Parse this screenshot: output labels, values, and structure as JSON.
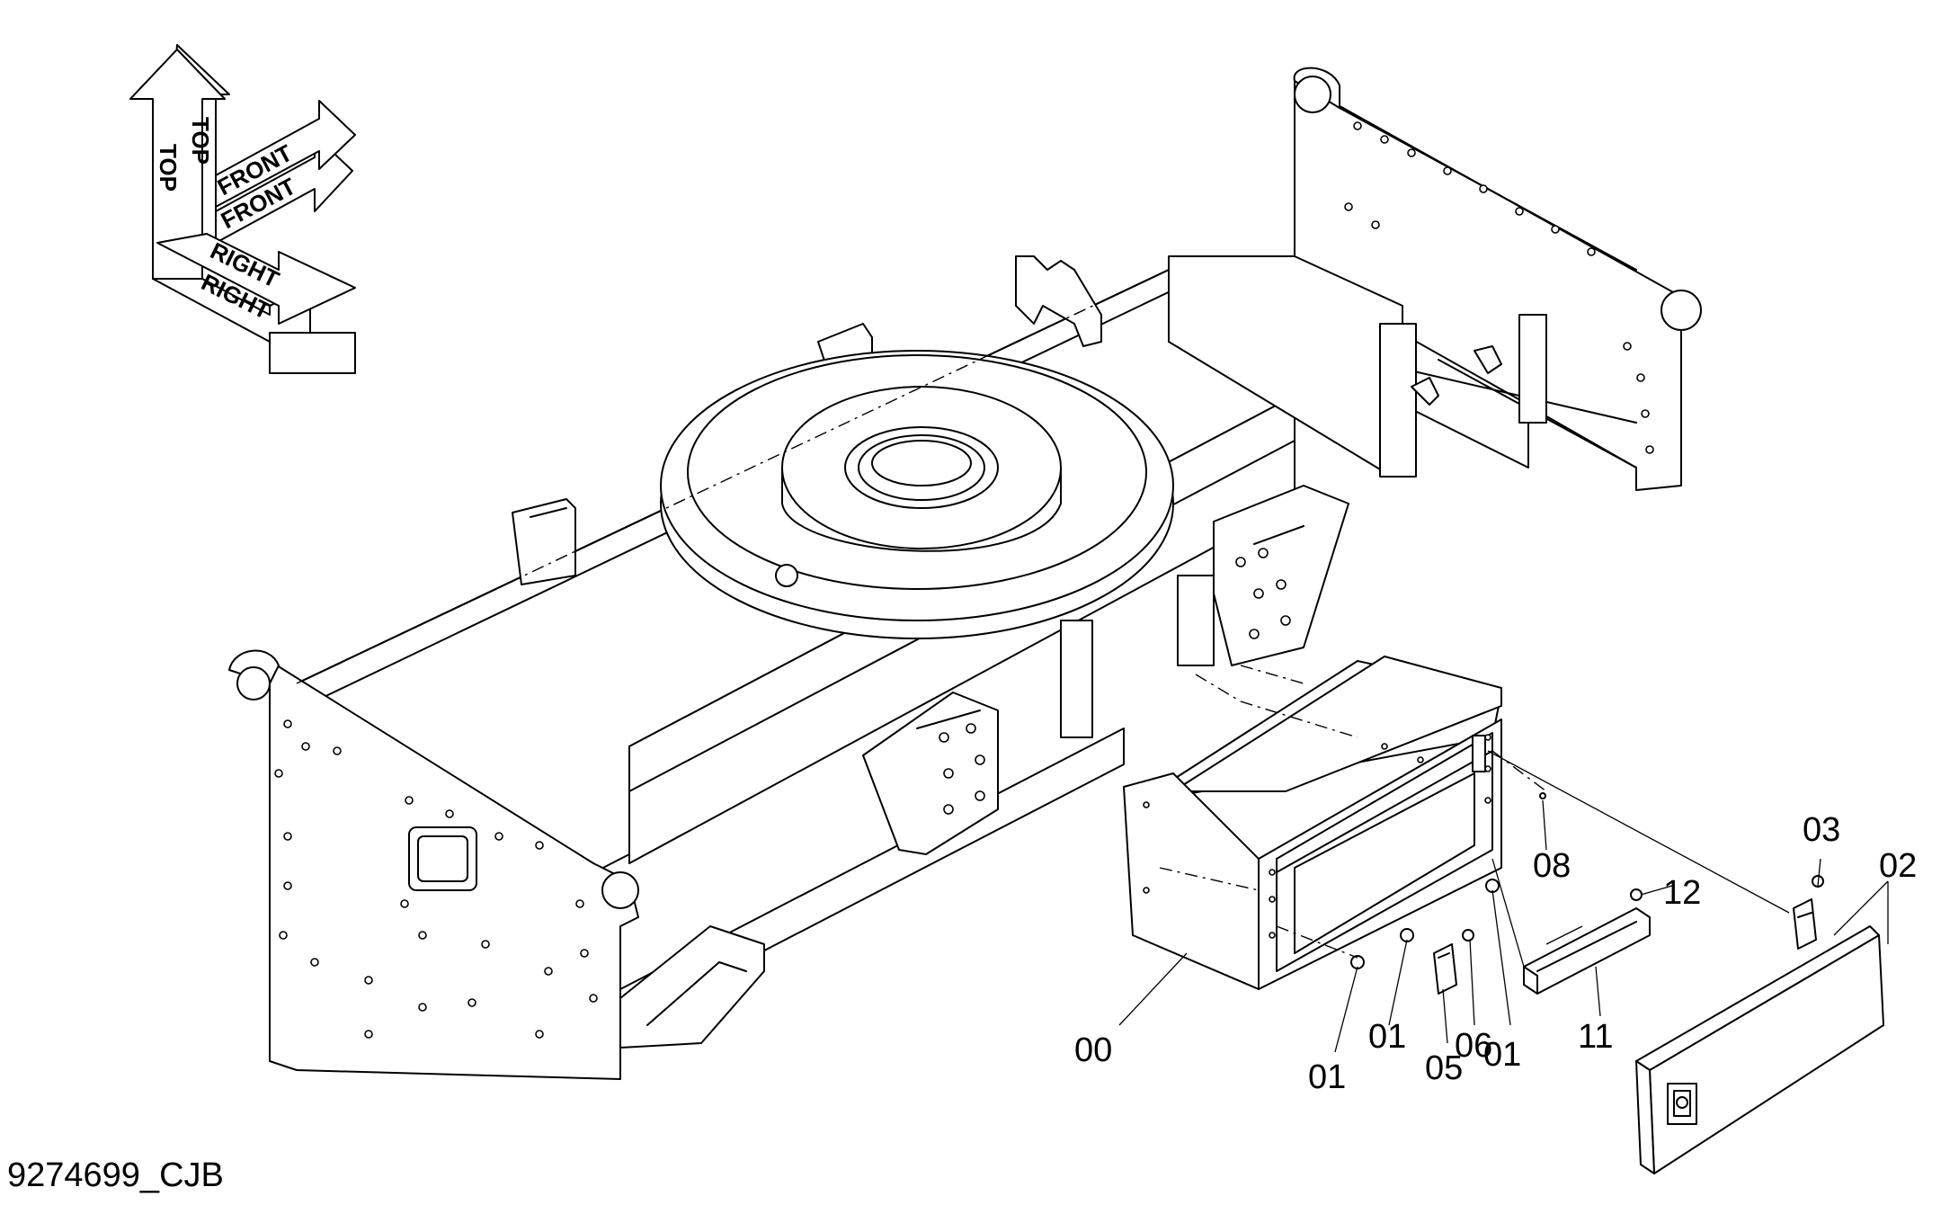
{
  "drawing_id": "9274699_CJB",
  "orientation": {
    "top": "TOP",
    "front": "FRONT",
    "right": "RIGHT"
  },
  "callouts": [
    {
      "id": "00",
      "text": "00"
    },
    {
      "id": "01a",
      "text": "01"
    },
    {
      "id": "01b",
      "text": "01"
    },
    {
      "id": "01c",
      "text": "01"
    },
    {
      "id": "02",
      "text": "02"
    },
    {
      "id": "03",
      "text": "03"
    },
    {
      "id": "05",
      "text": "05"
    },
    {
      "id": "06",
      "text": "06"
    },
    {
      "id": "08",
      "text": "08"
    },
    {
      "id": "11",
      "text": "11"
    },
    {
      "id": "12",
      "text": "12"
    }
  ]
}
